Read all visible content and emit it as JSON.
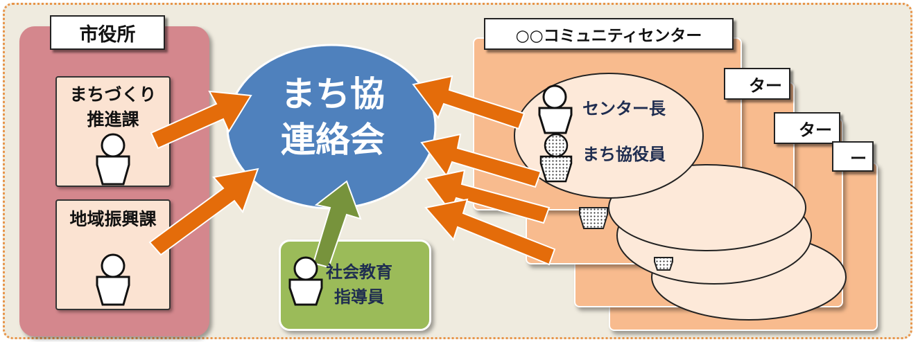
{
  "city_hall": {
    "title": "市役所",
    "departments": [
      {
        "line1": "まちづくり",
        "line2": "推進課"
      },
      {
        "line1": "地域振興課",
        "line2": ""
      }
    ]
  },
  "council": {
    "line1": "まち協",
    "line2": "連絡会"
  },
  "community_center": {
    "title": "○○コミュニティセンター",
    "back_tab_fragment": "ター",
    "back_tab_fragment_2": "ター",
    "back_tab_fragment_3": "ー",
    "members": {
      "director": "センター長",
      "officer": "まち協役員"
    }
  },
  "educator": {
    "line1": "社会教育",
    "line2": "指導員"
  },
  "colors": {
    "frame_border": "#e89448",
    "city_bg": "#d4878d",
    "council_circle": "#4f81bd",
    "center_card": "#f8bb8e",
    "arrow_orange": "#e46c0a",
    "arrow_green": "#77933c",
    "educator_bg": "#9bbb59"
  }
}
